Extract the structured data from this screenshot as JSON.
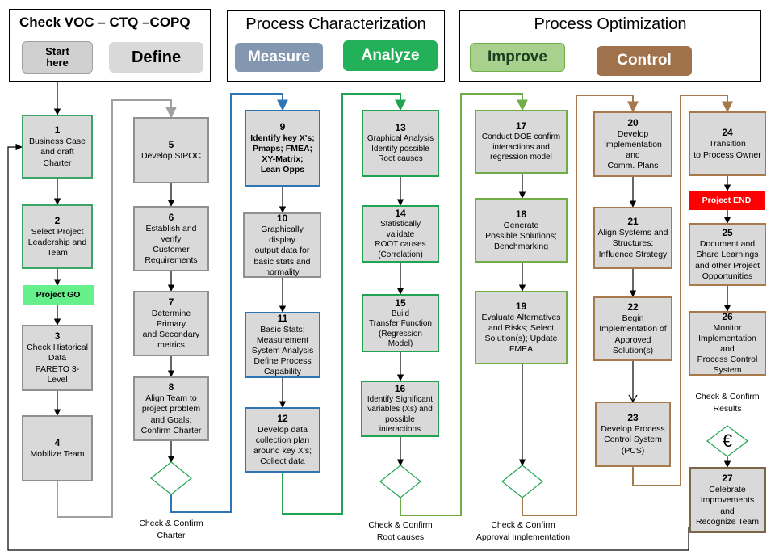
{
  "header": {
    "voc": {
      "title": "Check VOC  – CTQ –COPQ",
      "start": "Start\nhere",
      "define": "Define"
    },
    "characterization": {
      "title": "Process Characterization",
      "measure": "Measure",
      "analyze": "Analyze"
    },
    "optimization": {
      "title": "Process Optimization",
      "improve": "Improve",
      "control": "Control"
    }
  },
  "steps": {
    "s1": {
      "num": "1",
      "text": "Business Case\nand draft Charter"
    },
    "s2": {
      "num": "2",
      "text": "Select Project\nLeadership and\nTeam"
    },
    "s3": {
      "num": "3",
      "text": "Check Historical\nData\nPARETO  3-Level"
    },
    "s4": {
      "num": "4",
      "text": "Mobilize Team"
    },
    "s5": {
      "num": "5",
      "text": "Develop SIPOC"
    },
    "s6": {
      "num": "6",
      "text": "Establish and verify\nCustomer\nRequirements"
    },
    "s7": {
      "num": "7",
      "text": "Determine Primary\nand Secondary\nmetrics"
    },
    "s8": {
      "num": "8",
      "text": "Align Team to\nproject problem\nand Goals;\nConfirm Charter"
    },
    "s9": {
      "num": "9",
      "text": "Identify key X's;\nPmaps; FMEA;\nXY-Matrix;\nLean Opps"
    },
    "s10": {
      "num": "10",
      "text": "Graphically display\noutput data for\nbasic stats and\nnormality"
    },
    "s11": {
      "num": "11",
      "text": "Basic Stats;\nMeasurement\nSystem Analysis\nDefine Process\nCapability"
    },
    "s12": {
      "num": "12",
      "text": "Develop data\ncollection plan\naround key X's;\nCollect data"
    },
    "s13": {
      "num": "13",
      "text": "Graphical Analysis\nIdentify possible\nRoot causes"
    },
    "s14": {
      "num": "14",
      "text": "Statistically validate\nROOT causes\n(Correlation)"
    },
    "s15": {
      "num": "15",
      "text": "Build\nTransfer Function\n(Regression Model)"
    },
    "s16": {
      "num": "16",
      "text": "Identify Significant\nvariables (Xs) and\npossible interactions"
    },
    "s17": {
      "num": "17",
      "text": "Conduct DOE confirm\ninteractions and\nregression model"
    },
    "s18": {
      "num": "18",
      "text": "Generate\nPossible Solutions;\nBenchmarking"
    },
    "s19": {
      "num": "19",
      "text": "Evaluate Alternatives\nand Risks; Select\nSolution(s); Update\nFMEA"
    },
    "s20": {
      "num": "20",
      "text": "Develop\nImplementation  and\nComm. Plans"
    },
    "s21": {
      "num": "21",
      "text": "Align Systems and\nStructures;\nInfluence Strategy"
    },
    "s22": {
      "num": "22",
      "text": "Begin\nImplementation  of\nApproved\nSolution(s)"
    },
    "s23": {
      "num": "23",
      "text": "Develop Process\nControl System\n(PCS)"
    },
    "s24": {
      "num": "24",
      "text": "Transition\nto Process Owner"
    },
    "s25": {
      "num": "25",
      "text": "Document and\nShare Learnings\nand other Project\nOpportunities"
    },
    "s26": {
      "num": "26",
      "text": "Monitor\nImplementation  and\nProcess Control\nSystem"
    },
    "s27": {
      "num": "27",
      "text": "Celebrate\nImprovements and\nRecognize Team"
    }
  },
  "badges": {
    "project_go": "Project GO",
    "project_end": "Project END"
  },
  "captions": {
    "charter": "Check & Confirm\nCharter",
    "root": "Check & Confirm\nRoot causes",
    "approval": "Check & Confirm\nApproval Implementation",
    "results": "Check & Confirm\nResults"
  },
  "euro_symbol": "€",
  "colors": {
    "start": "#d0d0d0",
    "define": "#d9d9d9",
    "measure": "#8497b0",
    "analyze": "#22b159",
    "improve": "#a9d18e",
    "control": "#a0724b",
    "project_go": "#66f08c",
    "project_end": "#ff0000"
  }
}
